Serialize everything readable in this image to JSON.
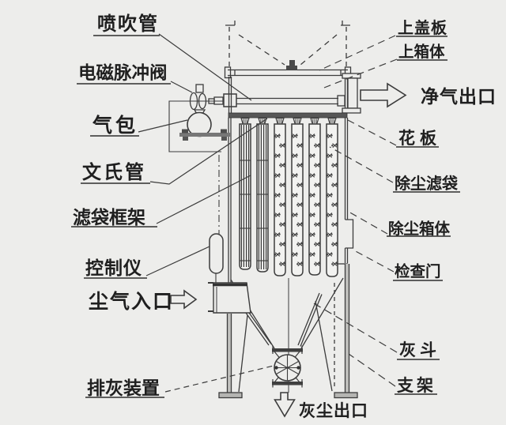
{
  "colors": {
    "background": "#EDEDEB",
    "line": "#3C3C3C",
    "text": "#1F1F1F"
  },
  "labels": {
    "blow_pipe": "喷吹管",
    "solenoid_pulse_valve": "电磁脉冲阀",
    "air_bag": "气包",
    "venturi_tube": "文氏管",
    "filter_bag_cage": "滤袋框架",
    "controller": "控制仪",
    "dusty_gas_inlet": "尘气入口",
    "ash_discharge_device": "排灰装置",
    "top_cover_plate": "上盖板",
    "upper_box": "上箱体",
    "clean_gas_outlet": "净气出口",
    "tube_sheet": "花板",
    "dust_filter_bag": "除尘滤袋",
    "dust_collector_box": "除尘箱体",
    "inspection_door": "检查门",
    "ash_hopper": "灰斗",
    "support_frame": "支架",
    "dust_outlet": "灰尘出口"
  }
}
